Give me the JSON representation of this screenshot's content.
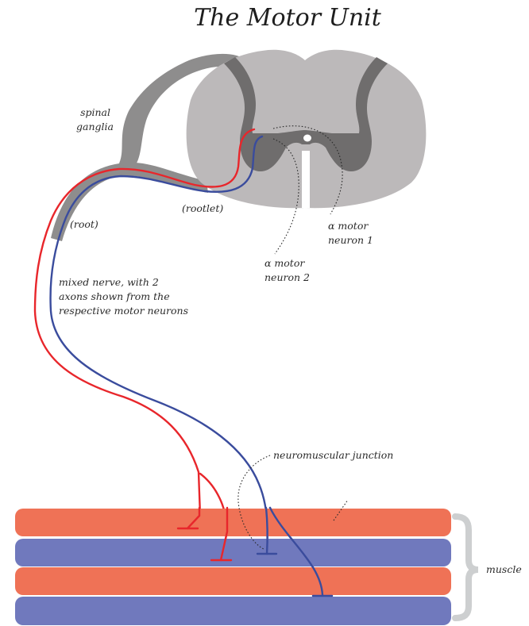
{
  "title": "The Motor Unit",
  "labels": {
    "spinal_ganglia": [
      "spinal",
      "ganglia"
    ],
    "root": "(root)",
    "rootlet": "(rootlet)",
    "alpha_motor_neuron_1": [
      "α motor",
      "neuron 1"
    ],
    "alpha_motor_neuron_2": [
      "α motor",
      "neuron 2"
    ],
    "mixed_nerve": [
      "mixed nerve, with 2",
      "axons shown from the",
      "respective motor neurons"
    ],
    "neuromuscular_junction": "neuromuscular junction",
    "muscle": "muscle"
  },
  "colors": {
    "spinal_cord_white_matter": "#bcb9ba",
    "spinal_cord_gray_matter": "#6f6d6d",
    "nerve_and_ganglion": "#8e8d8d",
    "axon_motor_neuron_1": "#e8262b",
    "axon_motor_neuron_2": "#3a4c9d",
    "muscle_fiber_orange": "#ef7256",
    "muscle_fiber_blue": "#7079bd",
    "muscle_bracket": "#cdcfd0"
  },
  "muscle_fibers": [
    "orange",
    "blue",
    "orange",
    "blue"
  ]
}
